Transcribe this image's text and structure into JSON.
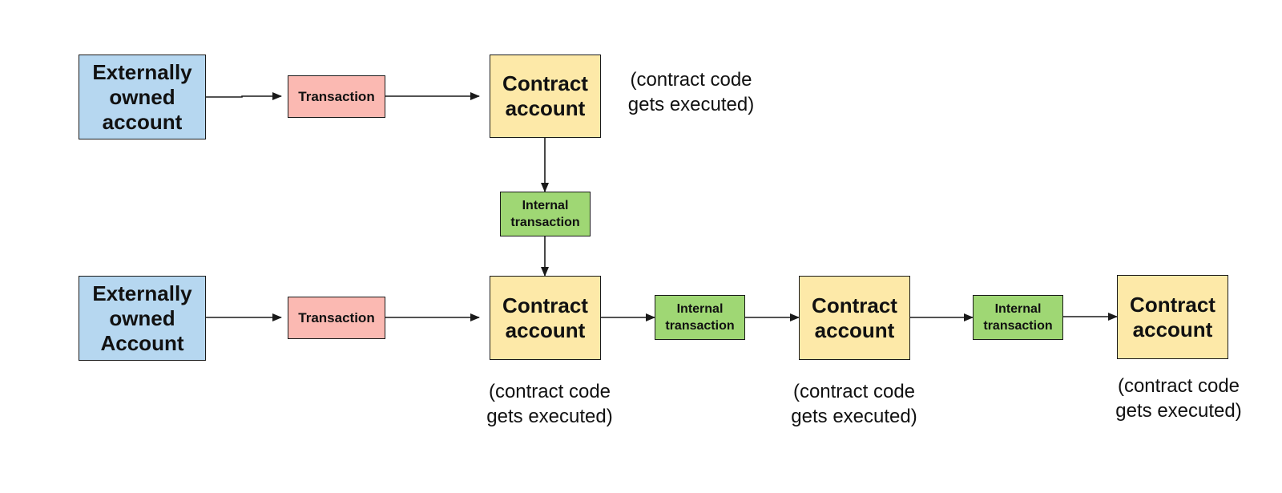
{
  "colors": {
    "externally_owned": "#b6d7f0",
    "transaction": "#fbb9b2",
    "contract": "#fde9a8",
    "internal_transaction": "#9fd774",
    "stroke": "#1a1a1a"
  },
  "nodes": {
    "eoa_top": "Externally\nowned\naccount",
    "tx_top": "Transaction",
    "contract_top": "Contract\naccount",
    "itx_vertical": "Internal\ntransaction",
    "eoa_bottom": "Externally\nowned\nAccount",
    "tx_bottom": "Transaction",
    "contract_bottom_1": "Contract\naccount",
    "itx_bottom_1": "Internal\ntransaction",
    "contract_bottom_2": "Contract\naccount",
    "itx_bottom_2": "Internal\ntransaction",
    "contract_bottom_3": "Contract\naccount"
  },
  "notes": {
    "top": "(contract code\ngets executed)",
    "bottom_1": "(contract code\ngets executed)",
    "bottom_2": "(contract code\ngets executed)",
    "bottom_3": "(contract code\ngets executed)"
  }
}
